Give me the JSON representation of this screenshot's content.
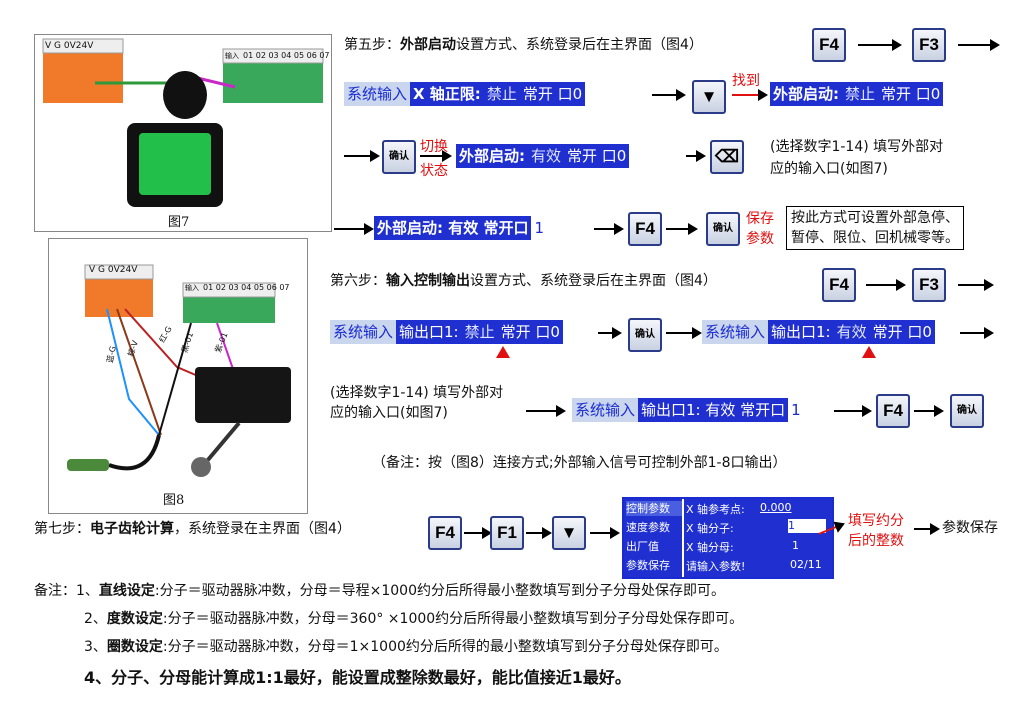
{
  "fig7": {
    "caption": "图7",
    "label_left": "V G 0V24V",
    "label_right": "01 02 03 04 05 06 07",
    "label_side": "输入"
  },
  "fig8": {
    "caption": "图8",
    "label_left": "V G 0V24V",
    "label_right": "01 02 03 04 05 06 07",
    "label_side": "输入",
    "wire1": "蓝-G",
    "wire2": "棕-V",
    "wire3": "红-G",
    "wire4": "黑-01",
    "wire5": "紫-01"
  },
  "step5": {
    "prefix": "第五步：",
    "bold": "外部启动",
    "suffix": "设置方式、系统登录后在主界面（图4）",
    "row1": {
      "a": "系统输入",
      "b": "X 轴正限:",
      "c": "禁止",
      "d": "常开 口0",
      "found": "找到",
      "e": "外部启动:",
      "f": "禁止",
      "g": "常开 口0"
    },
    "row2": {
      "switch1": "切换",
      "switch2": "状态",
      "a": "外部启动:",
      "b": "有效",
      "c": "常开 口0",
      "desc1": "(选择数字1-14) 填写外部对",
      "desc2": "应的输入口(如图7)"
    },
    "row3": {
      "a": "外部启动: 有效 常开口",
      "b": "1",
      "save1": "保存",
      "save2": "参数",
      "tip1": "按此方式可设置外部急停、",
      "tip2": "暂停、限位、回机械零等。"
    }
  },
  "step6": {
    "prefix": "第六步：",
    "bold": "输入控制输出",
    "suffix": "设置方式、系统登录后在主界面（图4）",
    "row1": {
      "a": "系统输入",
      "b": "输出口1:",
      "c": "禁止",
      "d": "常开 口0",
      "e": "系统输入",
      "f": "输出口1:",
      "g": "有效",
      "h": "常开 口0"
    },
    "row2": {
      "desc1": "(选择数字1-14) 填写外部对",
      "desc2": "应的输入口(如图7)",
      "a": "系统输入",
      "b": "输出口1: 有效 常开口",
      "c": "1"
    },
    "remark": "（备注：按（图8）连接方式;外部输入信号可控制外部1-8口输出）"
  },
  "step7": {
    "prefix": "第七步：",
    "bold": "电子齿轮计算",
    "suffix": "，系统登录在主界面（图4）",
    "lcd": {
      "m1": "控制参数",
      "m2": "速度参数",
      "m3": "出厂值",
      "m4": "参数保存",
      "r1l": "X 轴参考点:",
      "r1v": "0.000",
      "r2l": "X 轴分子:",
      "r2v": "1",
      "r3l": "X 轴分母:",
      "r3v": "1",
      "r4l": "请输入参数!",
      "r4v": "02/11"
    },
    "fill1": "填写约分",
    "fill2": "后的整数",
    "save": "参数保存"
  },
  "keys": {
    "f4": "F4",
    "f3": "F3",
    "f1": "F1",
    "confirm": "确认"
  },
  "notes": {
    "n1_pre": "备注：1、",
    "n1_bold": "直线设定",
    "n1_text": ":分子＝驱动器脉冲数，分母＝导程×1000约分后所得最小整数填写到分子分母处保存即可。",
    "n2_pre": "2、",
    "n2_bold": "度数设定",
    "n2_text": ":分子＝驱动器脉冲数，分母＝360° ×1000约分后所得最小整数填写到分子分母处保存即可。",
    "n3_pre": "3、",
    "n3_bold": "圈数设定",
    "n3_text": ":分子＝驱动器脉冲数，分母＝1×1000约分后所得的最小整数填写到分子分母处保存即可。",
    "n4": "4、分子、分母能计算成1:1最好，能设置成整除数最好，能比值接近1最好。"
  }
}
